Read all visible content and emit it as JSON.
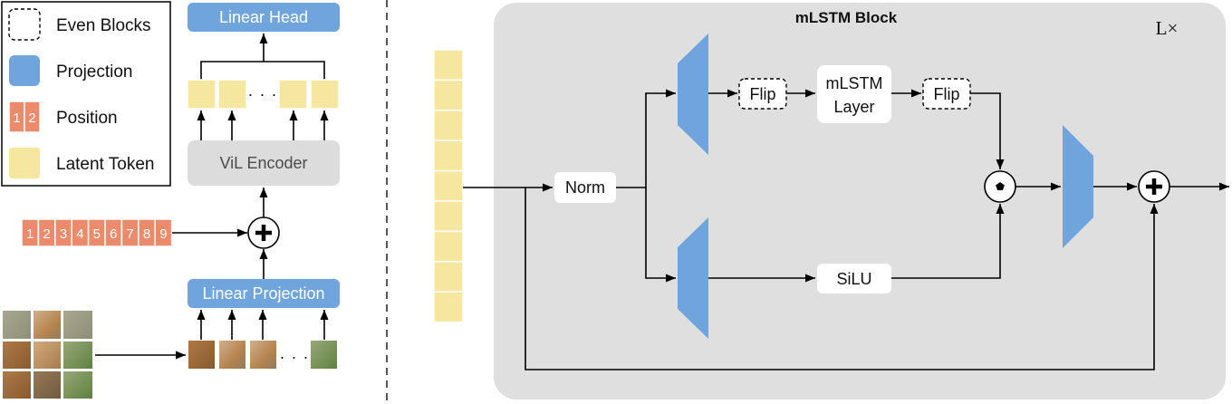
{
  "legend": {
    "even_blocks": "Even Blocks",
    "projection": "Projection",
    "position_digits": [
      "1",
      "2"
    ],
    "position": "Position",
    "latent_token": "Latent Token"
  },
  "vil": {
    "linear_head": "Linear Head",
    "head_tokens_ellipsis": "· · ·",
    "encoder": "ViL Encoder",
    "positions": [
      "1",
      "2",
      "3",
      "4",
      "5",
      "6",
      "7",
      "8",
      "9"
    ],
    "linear_projection": "Linear Projection",
    "patches_ellipsis": "· · ·"
  },
  "mlstm_block": {
    "title": "mLSTM Block",
    "repeat": "L×",
    "norm": "Norm",
    "flip_before": "Flip",
    "layer": [
      "mLSTM",
      "Layer"
    ],
    "flip_after": "Flip",
    "activation": "SiLU"
  },
  "colors": {
    "projection": "#6fa5dc",
    "position": "#ec8a6c",
    "latent_token": "#f6e7a0",
    "encoder": "#dcdcdc",
    "block_background": "#dfdfdf"
  }
}
